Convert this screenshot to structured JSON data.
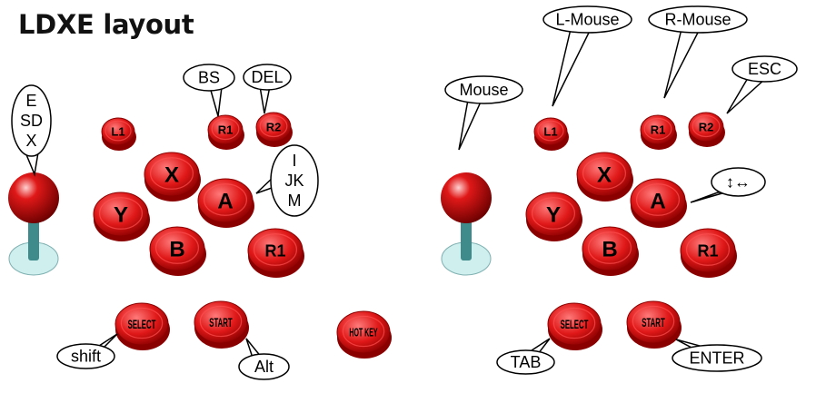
{
  "title": "LDXE layout",
  "colors": {
    "button": "#e01818",
    "button_dark": "#8a0000",
    "button_light": "#ff7a7a",
    "stick_shaft": "#3f8a8a",
    "stick_base": "#cfeeee",
    "bubble_stroke": "#000000",
    "bubble_fill": "#ffffff"
  },
  "panels": [
    {
      "id": "left",
      "buttons": [
        {
          "name": "l1-button",
          "label": "L1"
        },
        {
          "name": "r1-top-button",
          "label": "R1"
        },
        {
          "name": "r2-button",
          "label": "R2"
        },
        {
          "name": "x-button",
          "label": "X"
        },
        {
          "name": "y-button",
          "label": "Y"
        },
        {
          "name": "a-button",
          "label": "A"
        },
        {
          "name": "b-button",
          "label": "B"
        },
        {
          "name": "r1-bottom-button",
          "label": "R1"
        },
        {
          "name": "select-button",
          "label": "SELECT"
        },
        {
          "name": "start-button",
          "label": "START"
        },
        {
          "name": "hotkey-button",
          "label": "HOT KEY"
        }
      ],
      "callouts": [
        {
          "name": "joystick-callout",
          "lines": [
            "E",
            "SD",
            "X"
          ]
        },
        {
          "name": "r1-callout",
          "lines": [
            "BS"
          ]
        },
        {
          "name": "r2-callout",
          "lines": [
            "DEL"
          ]
        },
        {
          "name": "a-callout",
          "lines": [
            "I",
            "JK",
            "M"
          ]
        },
        {
          "name": "select-callout",
          "lines": [
            "shift"
          ]
        },
        {
          "name": "start-callout",
          "lines": [
            "Alt"
          ]
        }
      ]
    },
    {
      "id": "right",
      "buttons": [
        {
          "name": "l1-button",
          "label": "L1"
        },
        {
          "name": "r1-top-button",
          "label": "R1"
        },
        {
          "name": "r2-button",
          "label": "R2"
        },
        {
          "name": "x-button",
          "label": "X"
        },
        {
          "name": "y-button",
          "label": "Y"
        },
        {
          "name": "a-button",
          "label": "A"
        },
        {
          "name": "b-button",
          "label": "B"
        },
        {
          "name": "r1-bottom-button",
          "label": "R1"
        },
        {
          "name": "select-button",
          "label": "SELECT"
        },
        {
          "name": "start-button",
          "label": "START"
        }
      ],
      "callouts": [
        {
          "name": "joystick-callout",
          "lines": [
            "Mouse"
          ]
        },
        {
          "name": "l1-callout",
          "lines": [
            "L-Mouse"
          ]
        },
        {
          "name": "r1-callout",
          "lines": [
            "R-Mouse"
          ]
        },
        {
          "name": "r2-callout",
          "lines": [
            "ESC"
          ]
        },
        {
          "name": "a-callout",
          "lines": [
            "↕↔"
          ]
        },
        {
          "name": "select-callout",
          "lines": [
            "TAB"
          ]
        },
        {
          "name": "start-callout",
          "lines": [
            "ENTER"
          ]
        }
      ]
    }
  ]
}
